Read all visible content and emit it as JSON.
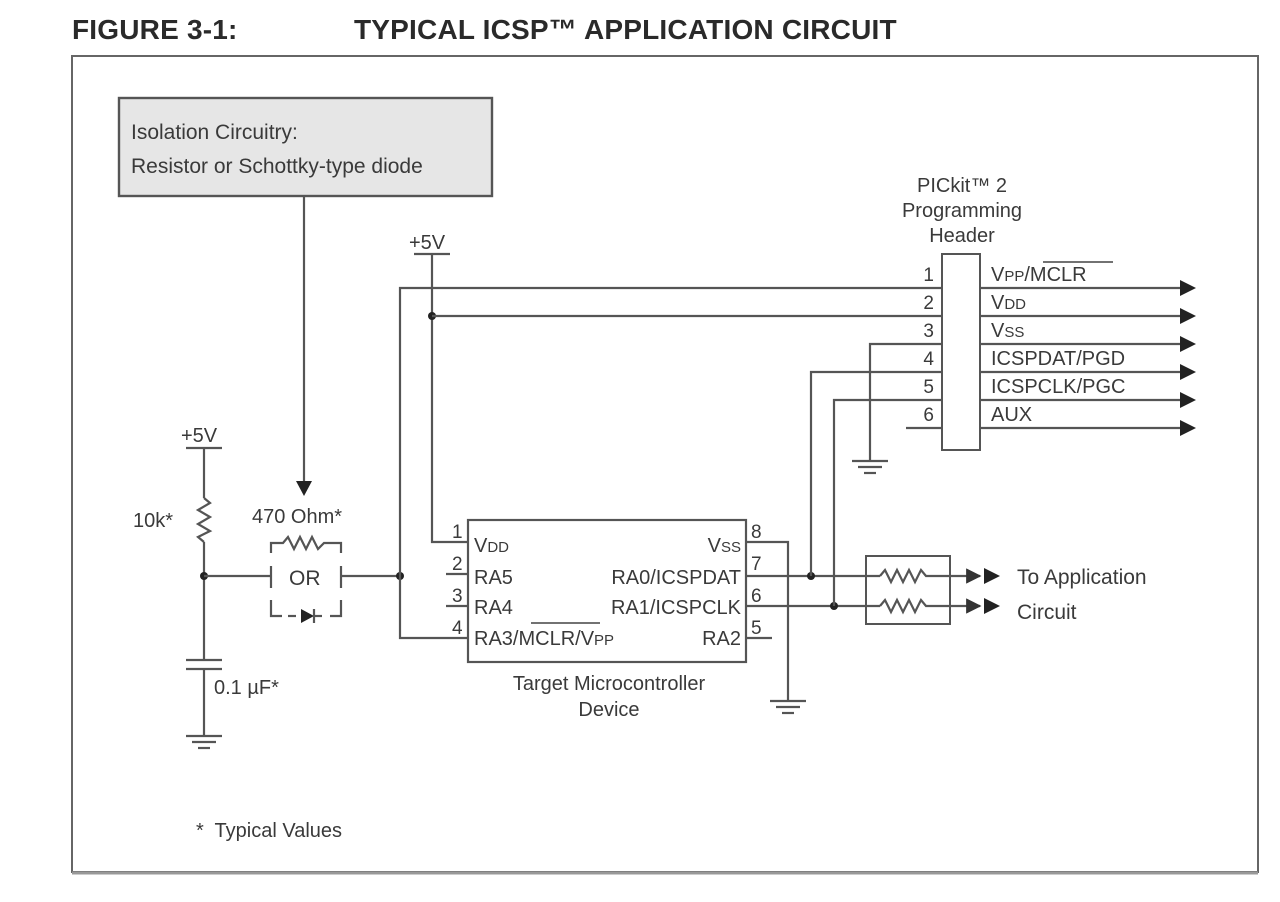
{
  "figure": {
    "label": "FIGURE 3-1:",
    "title": "TYPICAL ICSP™ APPLICATION CIRCUIT"
  },
  "isolation_box": {
    "line1": "Isolation Circuitry:",
    "line2": "Resistor or Schottky-type diode"
  },
  "supplies": {
    "left": "+5V",
    "top": "+5V"
  },
  "components": {
    "pullup_resistor": "10k*",
    "isolation_resistor": "470 Ohm*",
    "or_label": "OR",
    "capacitor": "0.1 µF*"
  },
  "header": {
    "title_line1": "PICkit™ 2",
    "title_line2": "Programming",
    "title_line3": "Header",
    "pins": [
      {
        "num": "1",
        "main": "V",
        "sub": "PP",
        "rest": "/",
        "over": "MCLR"
      },
      {
        "num": "2",
        "main": "V",
        "sub": "DD",
        "rest": "",
        "over": ""
      },
      {
        "num": "3",
        "main": "V",
        "sub": "SS",
        "rest": "",
        "over": ""
      },
      {
        "num": "4",
        "main": "ICSPDAT/PGD",
        "sub": "",
        "rest": "",
        "over": ""
      },
      {
        "num": "5",
        "main": "ICSPCLK/PGC",
        "sub": "",
        "rest": "",
        "over": ""
      },
      {
        "num": "6",
        "main": "AUX",
        "sub": "",
        "rest": "",
        "over": ""
      }
    ]
  },
  "mcu": {
    "caption_line1": "Target Microcontroller",
    "caption_line2": "Device",
    "left_pins": [
      {
        "num": "1",
        "label": "VDD"
      },
      {
        "num": "2",
        "label": "RA5"
      },
      {
        "num": "3",
        "label": "RA4"
      },
      {
        "num": "4",
        "label": "RA3/MCLR/VPP"
      }
    ],
    "right_pins": [
      {
        "num": "8",
        "label": "VSS"
      },
      {
        "num": "7",
        "label": "RA0/ICSPDAT"
      },
      {
        "num": "6",
        "label": "RA1/ICSPCLK"
      },
      {
        "num": "5",
        "label": "RA2"
      }
    ],
    "labels": {
      "vdd_main": "V",
      "vdd_sub": "DD",
      "ra5": "RA5",
      "ra4": "RA4",
      "ra3_pre": "RA3/",
      "ra3_over": "MCLR",
      "ra3_mid": "/V",
      "ra3_sub": "PP",
      "vss_main": "V",
      "vss_sub": "SS",
      "ra0": "RA0/ICSPDAT",
      "ra1": "RA1/ICSPCLK",
      "ra2": "RA2"
    }
  },
  "application": {
    "line1": "To Application",
    "line2": "Circuit"
  },
  "footnote": "*  Typical Values"
}
